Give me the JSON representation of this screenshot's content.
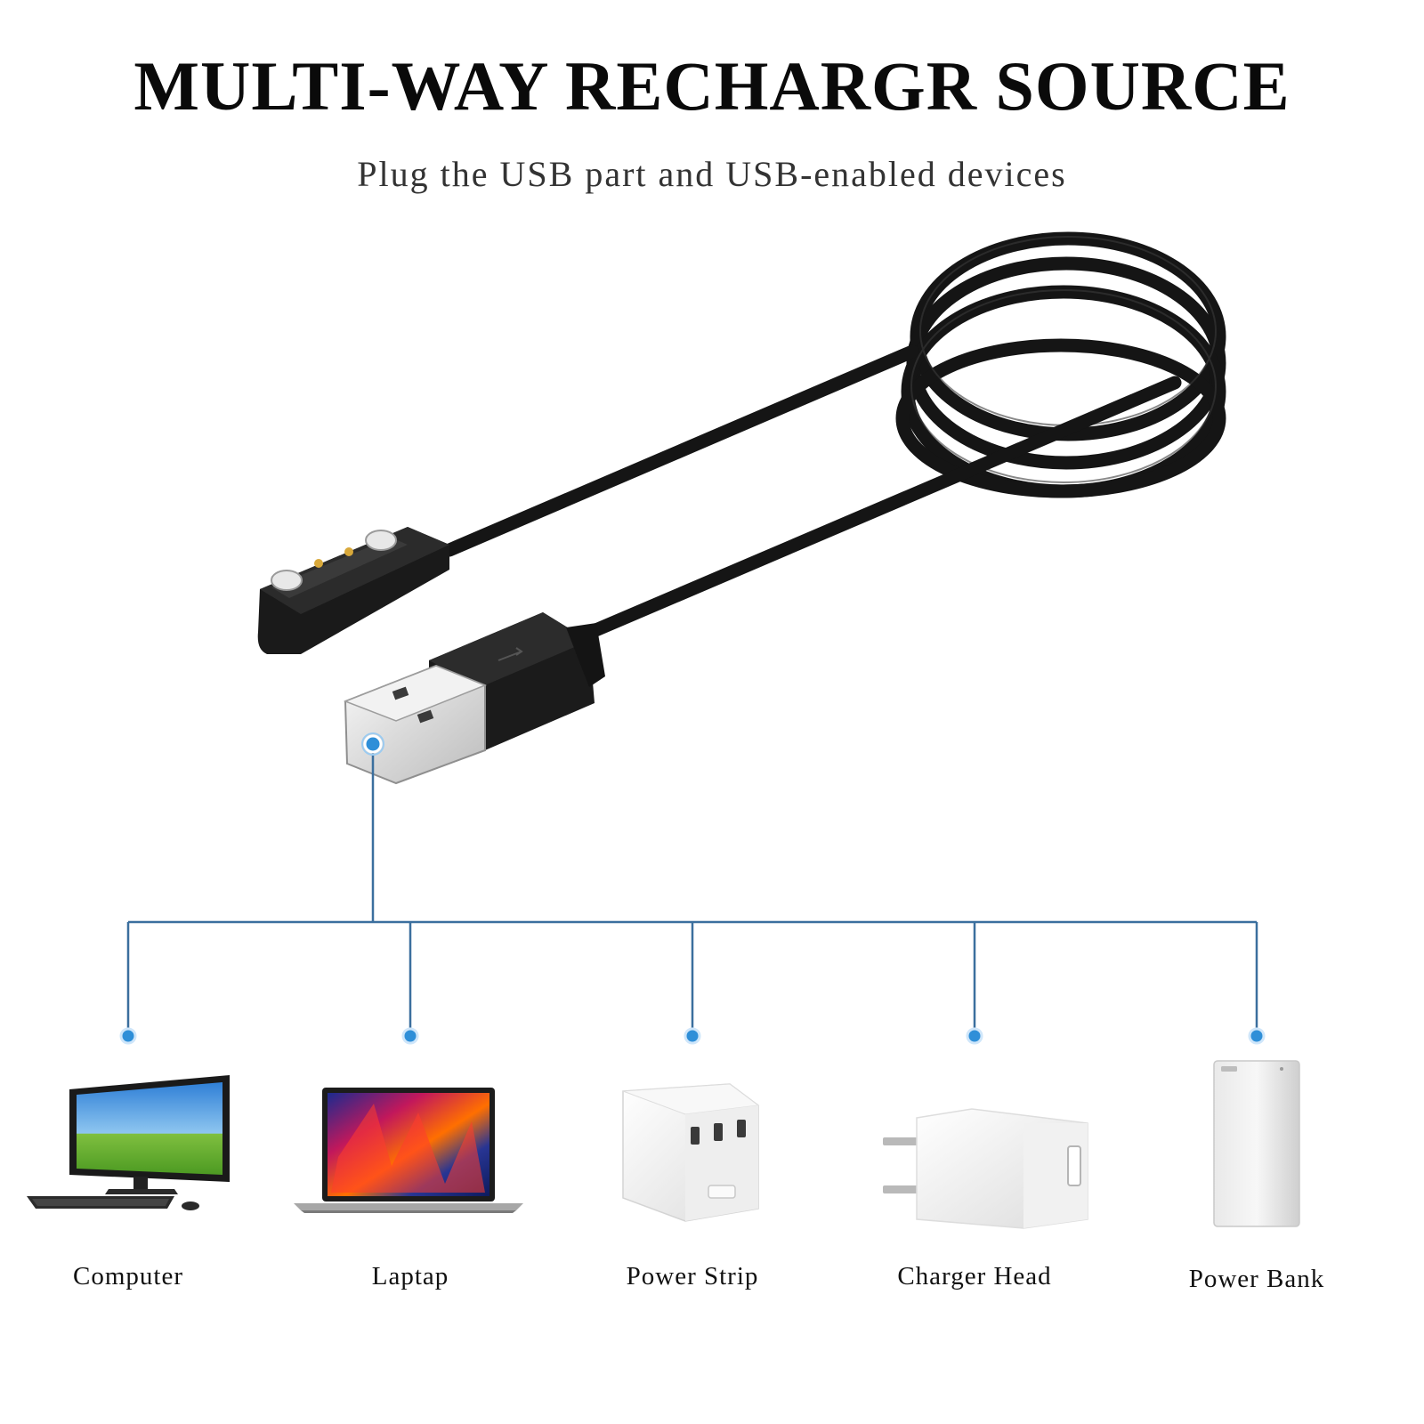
{
  "header": {
    "title": "MULTI-WAY RECHARGR SOURCE",
    "subtitle": "Plug the USB part and USB-enabled devices"
  },
  "colors": {
    "connector_line": "#3b6f9e",
    "node": "#2f8fd8",
    "cable": "#111111",
    "usb_metal": "#e4e4e4"
  },
  "devices": [
    {
      "label": "Computer",
      "icon": "monitor-keyboard-icon"
    },
    {
      "label": "Laptap",
      "icon": "laptop-icon"
    },
    {
      "label": "Power Strip",
      "icon": "power-strip-cube-icon"
    },
    {
      "label": "Charger Head",
      "icon": "wall-charger-icon"
    },
    {
      "label": "Power Bank",
      "icon": "power-bank-icon"
    }
  ]
}
